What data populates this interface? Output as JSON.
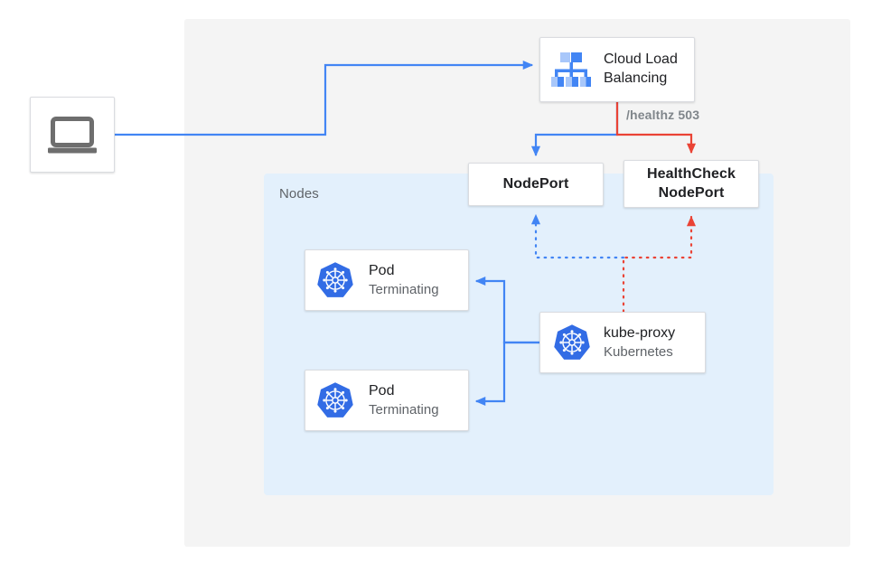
{
  "diagram": {
    "title": "Kubernetes NodePort health check failover diagram",
    "colors": {
      "blue_line": "#4285f4",
      "red_line": "#ea4335",
      "panel_gray": "#f4f4f4",
      "panel_blue": "#e3f0fc",
      "k8s_blue": "#326ce5",
      "text_dark": "#202124",
      "text_muted": "#5f6368"
    },
    "panels": {
      "outer": {
        "name": "cloud-panel"
      },
      "nodes": {
        "label": "Nodes"
      }
    },
    "nodes_label": "Nodes",
    "client": {
      "icon": "laptop-icon"
    },
    "load_balancer": {
      "title": "Cloud Load",
      "title_line2": "Balancing",
      "icon": "cloud-load-balancing-icon"
    },
    "healthz": {
      "label": "/healthz 503"
    },
    "nodeport": {
      "label": "NodePort"
    },
    "healthcheck_nodeport": {
      "label_line1": "HealthCheck",
      "label_line2": "NodePort"
    },
    "pods": [
      {
        "title": "Pod",
        "status": "Terminating",
        "icon": "kubernetes-icon"
      },
      {
        "title": "Pod",
        "status": "Terminating",
        "icon": "kubernetes-icon"
      }
    ],
    "kube_proxy": {
      "title": "kube-proxy",
      "subtitle": "Kubernetes",
      "icon": "kubernetes-icon"
    }
  }
}
